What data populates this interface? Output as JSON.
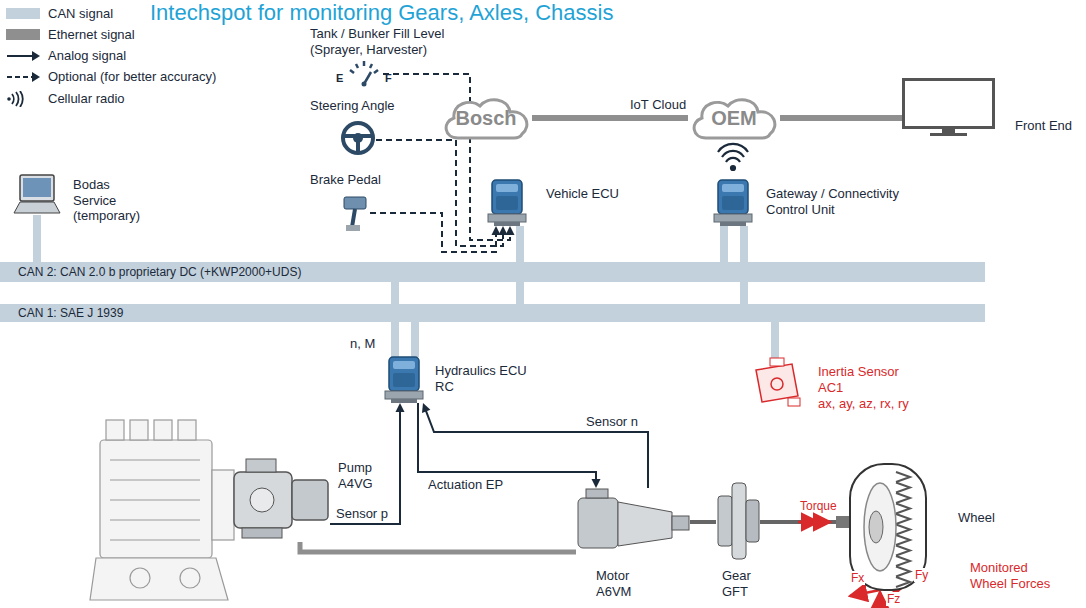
{
  "diagram": {
    "title": "Intechspot for monitoring Gears, Axles, Chassis",
    "nodes": [
      {
        "text": [
          "Tank / Bunker Fill Level (Sprayer, Harvester)"
        ]
      },
      {
        "text": [
          "Bosch"
        ]
      },
      {
        "text": [
          "OEM"
        ]
      },
      {
        "text": [
          "Front End"
        ]
      },
      {
        "text": [
          "Steering Angle"
        ]
      },
      {
        "text": [
          "Bodas Service (temporary)"
        ]
      },
      {
        "text": [
          "Brake Pedal"
        ]
      },
      {
        "text": [
          "Vehicle ECU"
        ]
      },
      {
        "text": [
          "Gateway / Connectivity Control Unit"
        ]
      },
      {
        "text": [
          "CAN 2: CAN 2.0 b proprietary DC (+KWP2000+UDS)"
        ]
      },
      {
        "text": [
          "CAN 1: SAE J 1939"
        ]
      },
      {
        "text": [
          "Hydraulics ECU RC"
        ]
      },
      {
        "text": [
          "Inertia Sensor",
          "AC1",
          "ax, ay, az, rx, ry"
        ]
      },
      {
        "text": [
          "Pump A4VG"
        ]
      },
      {
        "text": [
          "Motor A6VM"
        ]
      },
      {
        "text": [
          "Gear GFT"
        ]
      },
      {
        "text": [
          "Wheel"
        ]
      }
    ],
    "edges": [
      {
        "from": 1,
        "to": 2,
        "arrow": "none",
        "label": "IoT Cloud"
      },
      {
        "from": 2,
        "to": 3,
        "arrow": "none"
      },
      {
        "from": 0,
        "to": 7,
        "arrow": "to"
      },
      {
        "from": 4,
        "to": 7,
        "arrow": "to"
      },
      {
        "from": 6,
        "to": 7,
        "arrow": "to"
      },
      {
        "from": 5,
        "to": 9,
        "arrow": "none"
      },
      {
        "from": 7,
        "to": 9,
        "arrow": "none"
      },
      {
        "from": 7,
        "to": 10,
        "arrow": "none"
      },
      {
        "from": 8,
        "to": 9,
        "arrow": "none"
      },
      {
        "from": 8,
        "to": 10,
        "arrow": "none"
      },
      {
        "from": 11,
        "to": 9,
        "arrow": "none"
      },
      {
        "from": 11,
        "to": 10,
        "arrow": "none"
      },
      {
        "from": 12,
        "to": 10,
        "arrow": "none"
      },
      {
        "from": 13,
        "to": 11,
        "arrow": "to",
        "label": "Sensor p"
      },
      {
        "from": 11,
        "to": 14,
        "arrow": "to",
        "label": "Actuation EP"
      },
      {
        "from": 14,
        "to": 11,
        "arrow": "to",
        "label": "Sensor n"
      },
      {
        "from": 13,
        "to": 14,
        "arrow": "none"
      },
      {
        "from": 14,
        "to": 15,
        "arrow": "none"
      },
      {
        "from": 15,
        "to": 16,
        "arrow": "none"
      }
    ],
    "labels": [
      "E",
      "F",
      "n, M",
      "Torque",
      "Fx",
      "Fy",
      "Fz",
      "Monitored Wheel Forces"
    ],
    "legend": [
      {
        "text": "CAN signal",
        "color": "#c3d1dc"
      },
      {
        "text": "Ethernet signal",
        "color": "#8f8f8f"
      },
      {
        "text": "Analog signal"
      },
      {
        "text": "Optional (for better accuracy)"
      },
      {
        "text": "Cellular radio"
      }
    ]
  }
}
